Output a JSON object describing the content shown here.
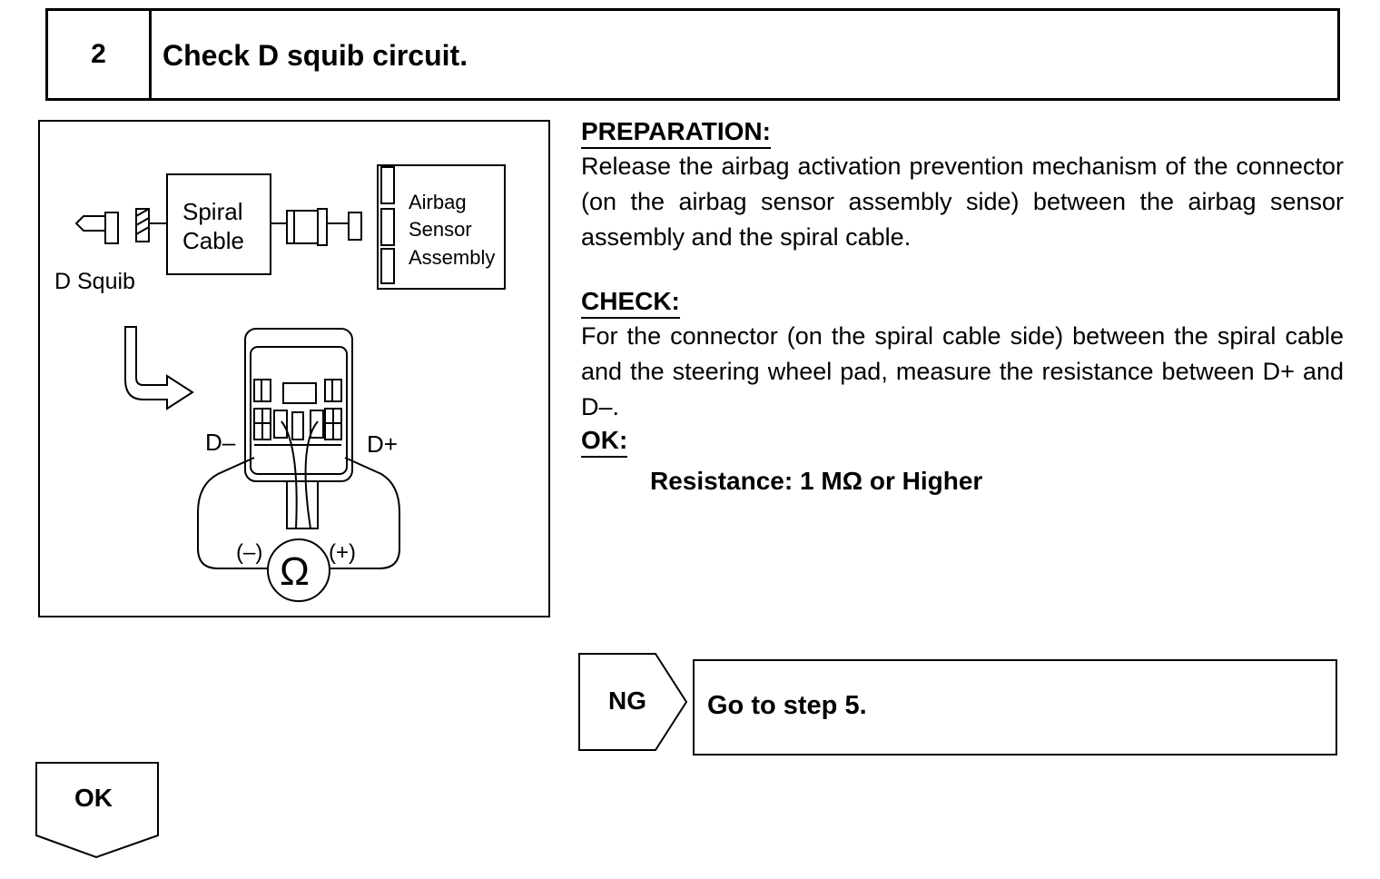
{
  "step": {
    "number": "2",
    "title": "Check D squib circuit."
  },
  "diagram": {
    "spiral_cable": [
      "Spiral",
      "Cable"
    ],
    "airbag_sensor": [
      "Airbag",
      "Sensor",
      "Assembly"
    ],
    "d_squib": "D Squib",
    "d_minus": "D–",
    "d_plus": "D+",
    "meter_minus": "(–)",
    "meter_plus": "(+)",
    "ohm": "Ω"
  },
  "preparation": {
    "heading": "PREPARATION:",
    "text": "Release the airbag activation prevention mechanism of the connector (on the airbag sensor assembly side) between the airbag sensor assembly and the spiral cable."
  },
  "check": {
    "heading": "CHECK:",
    "text": "For the connector (on the spiral cable side) between the spiral cable and the steering wheel pad, measure the resistance between D+ and D–."
  },
  "ok_spec": {
    "heading": "OK:",
    "text": "Resistance: 1 MΩ  or Higher"
  },
  "ng_branch": {
    "label": "NG",
    "result": "Go to step 5."
  },
  "ok_branch": {
    "label": "OK"
  }
}
